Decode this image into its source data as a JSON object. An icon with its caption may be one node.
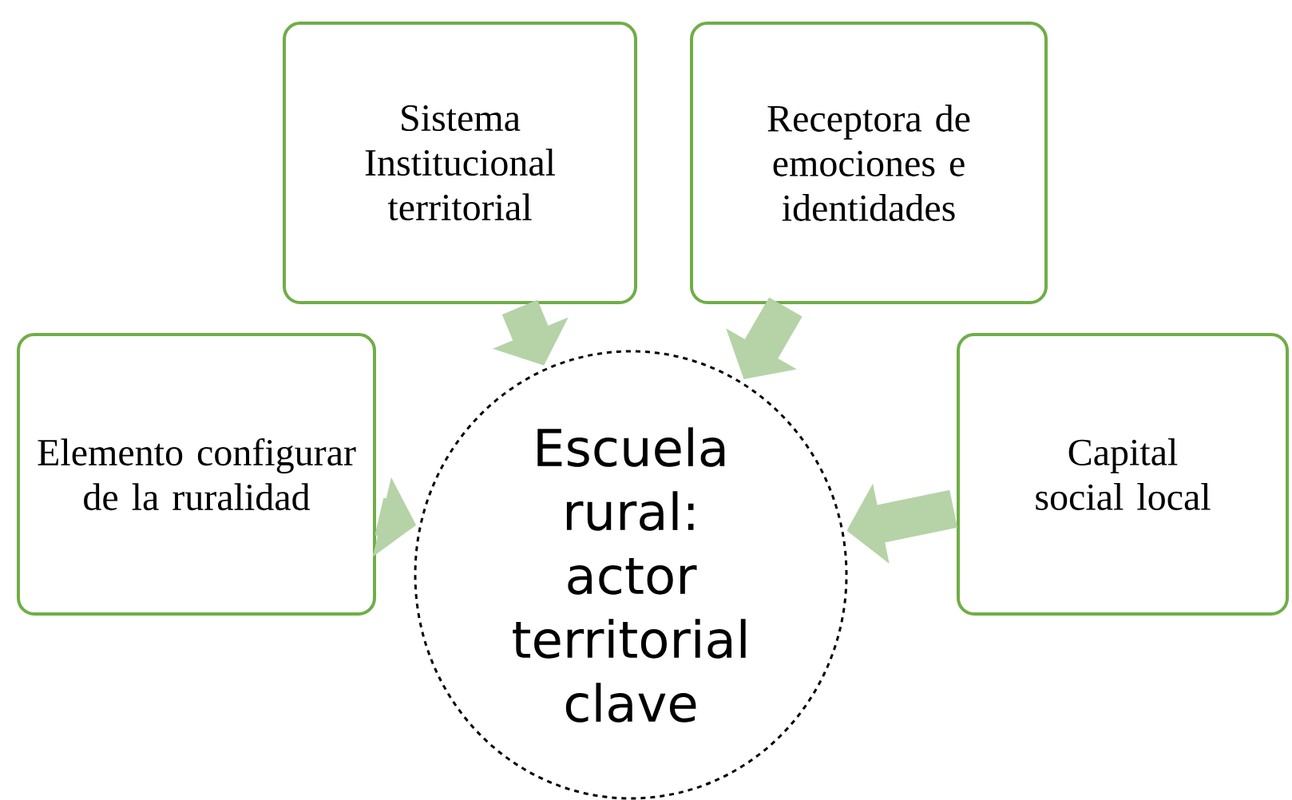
{
  "diagram": {
    "nodes": [
      {
        "text": [
          "Sistema Institucional territorial"
        ]
      },
      {
        "text": [
          "Receptora de emociones e identidades"
        ]
      },
      {
        "text": [
          "Elemento configurar de la ruralidad"
        ]
      },
      {
        "text": [
          "Capital social local"
        ]
      },
      {
        "text": [
          "Escuela rural: actor territorial clave"
        ]
      }
    ],
    "edges": [
      {
        "from": 0,
        "to": 4,
        "arrow": "to"
      },
      {
        "from": 1,
        "to": 4,
        "arrow": "to"
      },
      {
        "from": 2,
        "to": 4,
        "arrow": "to"
      },
      {
        "from": 3,
        "to": 4,
        "arrow": "to"
      }
    ]
  }
}
